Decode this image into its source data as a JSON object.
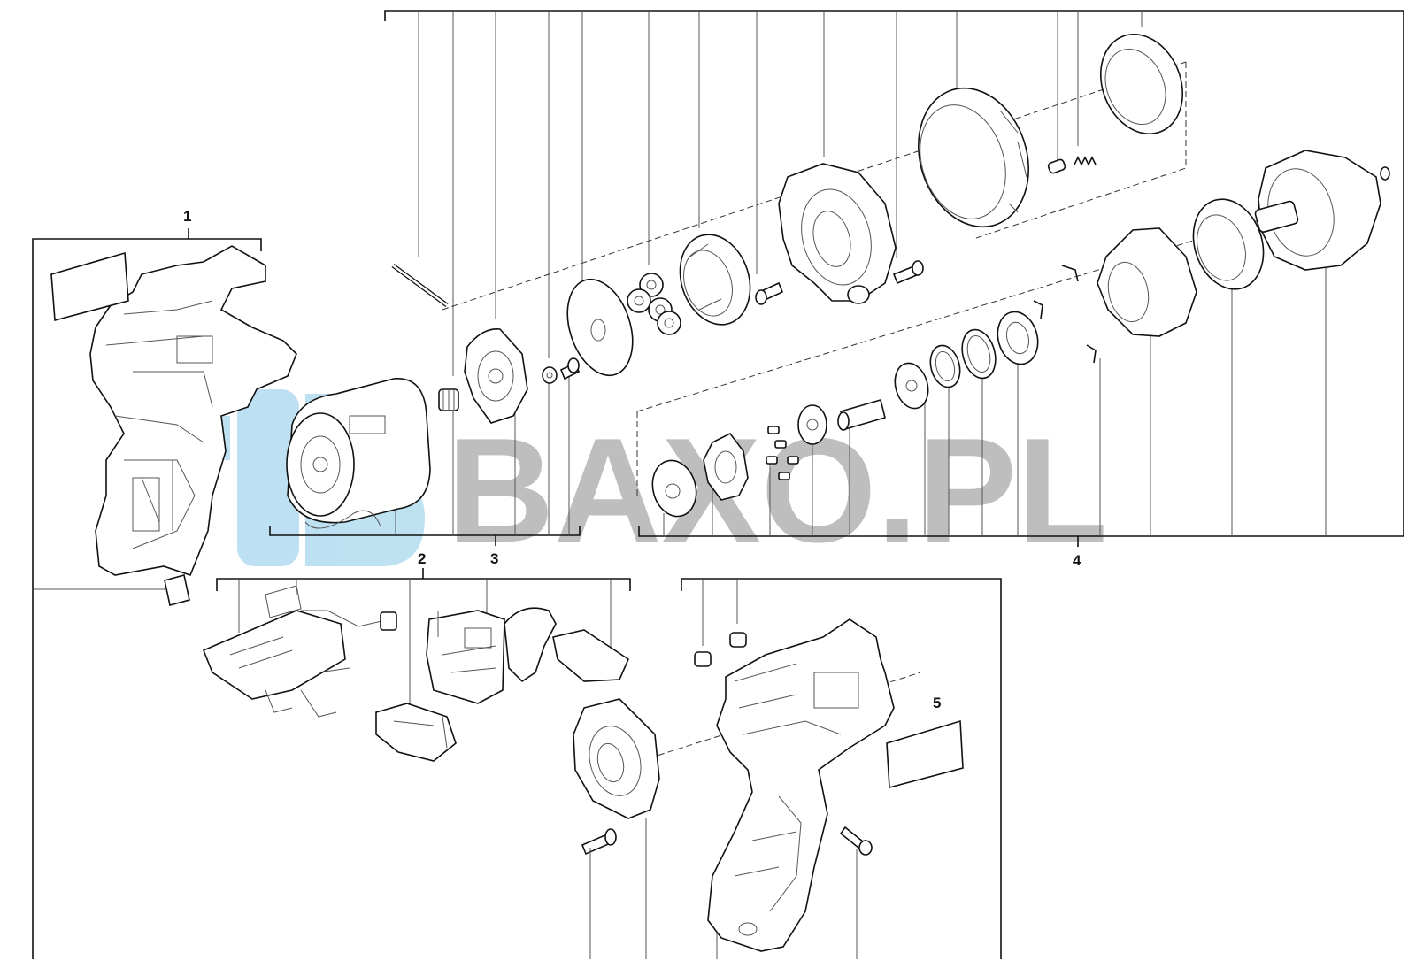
{
  "callouts": {
    "c1": "1",
    "c2": "2",
    "c3": "3",
    "c4": "4",
    "c5": "5"
  },
  "watermark": {
    "text": "BAXO.PL",
    "colors": {
      "text": "#b3b3b3",
      "logo": "#a8d8ee"
    }
  }
}
